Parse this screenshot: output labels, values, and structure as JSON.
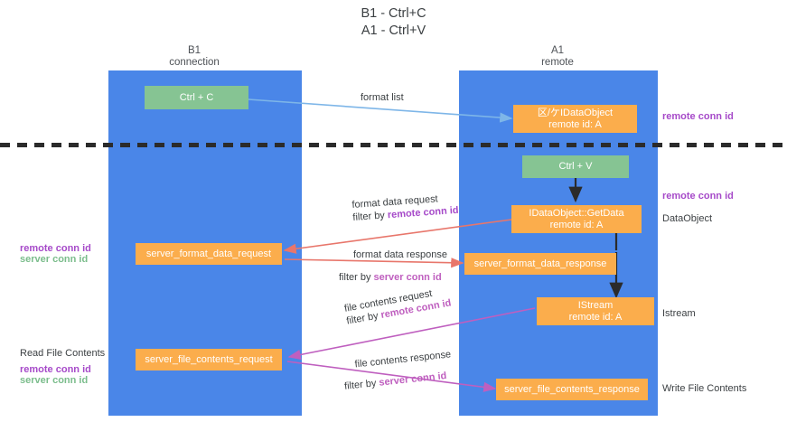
{
  "title": "B1 - Ctrl+C\nA1 - Ctrl+V",
  "columns": [
    {
      "name": "b1",
      "header": "B1\nconnection"
    },
    {
      "name": "a1",
      "header": "A1\nremote"
    }
  ],
  "boxes": {
    "ctrl_c": "Ctrl + C",
    "idataobject_top": "区/ケIDataObject\nremote id: A",
    "ctrl_v": "Ctrl + V",
    "getdata": "IDataObject::GetData\nremote id: A",
    "server_format_data_request": "server_format_data_request",
    "server_format_data_response": "server_format_data_response",
    "istream": "IStream\nremote id: A",
    "server_file_contents_request": "server_file_contents_request",
    "server_file_contents_response": "server_file_contents_response"
  },
  "edge_labels": {
    "format_list": "format list",
    "format_data_request": "format data request",
    "format_data_request_filter_prefix": "filter by ",
    "format_data_request_filter_key": "remote conn id",
    "format_data_response": "format data response",
    "format_data_response_filter_prefix": "filter by ",
    "format_data_response_filter_key": "server conn id",
    "file_contents_request": "file contents request",
    "file_contents_request_filter_prefix": "filter by ",
    "file_contents_request_filter_key": "remote conn id",
    "file_contents_response": "file contents response",
    "file_contents_response_filter_prefix": "filter by ",
    "file_contents_response_filter_key": "server conn id"
  },
  "right_annotations": [
    {
      "name": "remote-conn-id-top",
      "text": "remote conn id",
      "color": "purple"
    },
    {
      "name": "remote-conn-id-mid",
      "text": "remote conn id",
      "color": "purple"
    },
    {
      "name": "dataobject",
      "text": "DataObject",
      "color": "dark"
    },
    {
      "name": "istream",
      "text": "Istream",
      "color": "dark"
    },
    {
      "name": "write-file-contents",
      "text": "Write File Contents",
      "color": "dark"
    }
  ],
  "left_annotations": [
    {
      "name": "remote-conn-id-left",
      "text": "remote conn id",
      "color": "purple"
    },
    {
      "name": "server-conn-id-left",
      "text": "server conn id",
      "color": "green"
    },
    {
      "name": "read-file-contents",
      "text": "Read File Contents",
      "color": "dark"
    },
    {
      "name": "remote-conn-id-left-2",
      "text": "remote conn id",
      "color": "purple"
    },
    {
      "name": "server-conn-id-left-2",
      "text": "server conn id",
      "color": "green"
    }
  ],
  "colors": {
    "lane": "#4a86e8",
    "green_box": "#86c493",
    "orange_box": "#fbad4c",
    "purple": "#a64ac9",
    "green_text": "#7bbd8c",
    "magenta": "#bf5fbf",
    "red_arrow": "#e8766b",
    "blue_arrow": "#7eb6e8",
    "separator": "#2b2b2b"
  }
}
